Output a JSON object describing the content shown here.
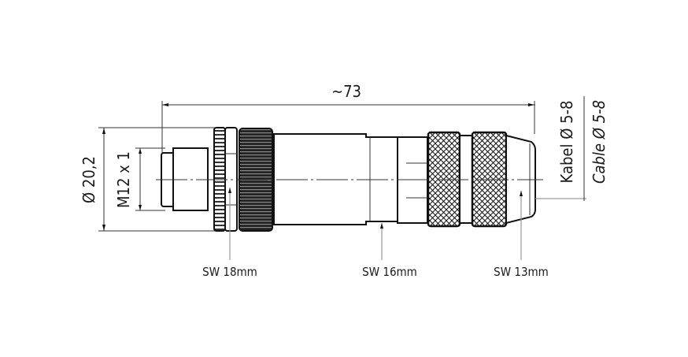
{
  "drawing": {
    "overall_length": "~73",
    "outer_diameter": "Ø 20,2",
    "thread": "M12 x 1",
    "cable_de": "Kabel Ø 5-8",
    "cable_en": "Cable Ø 5-8",
    "wrench_sizes": [
      "SW 18mm",
      "SW 16mm",
      "SW 13mm"
    ]
  }
}
